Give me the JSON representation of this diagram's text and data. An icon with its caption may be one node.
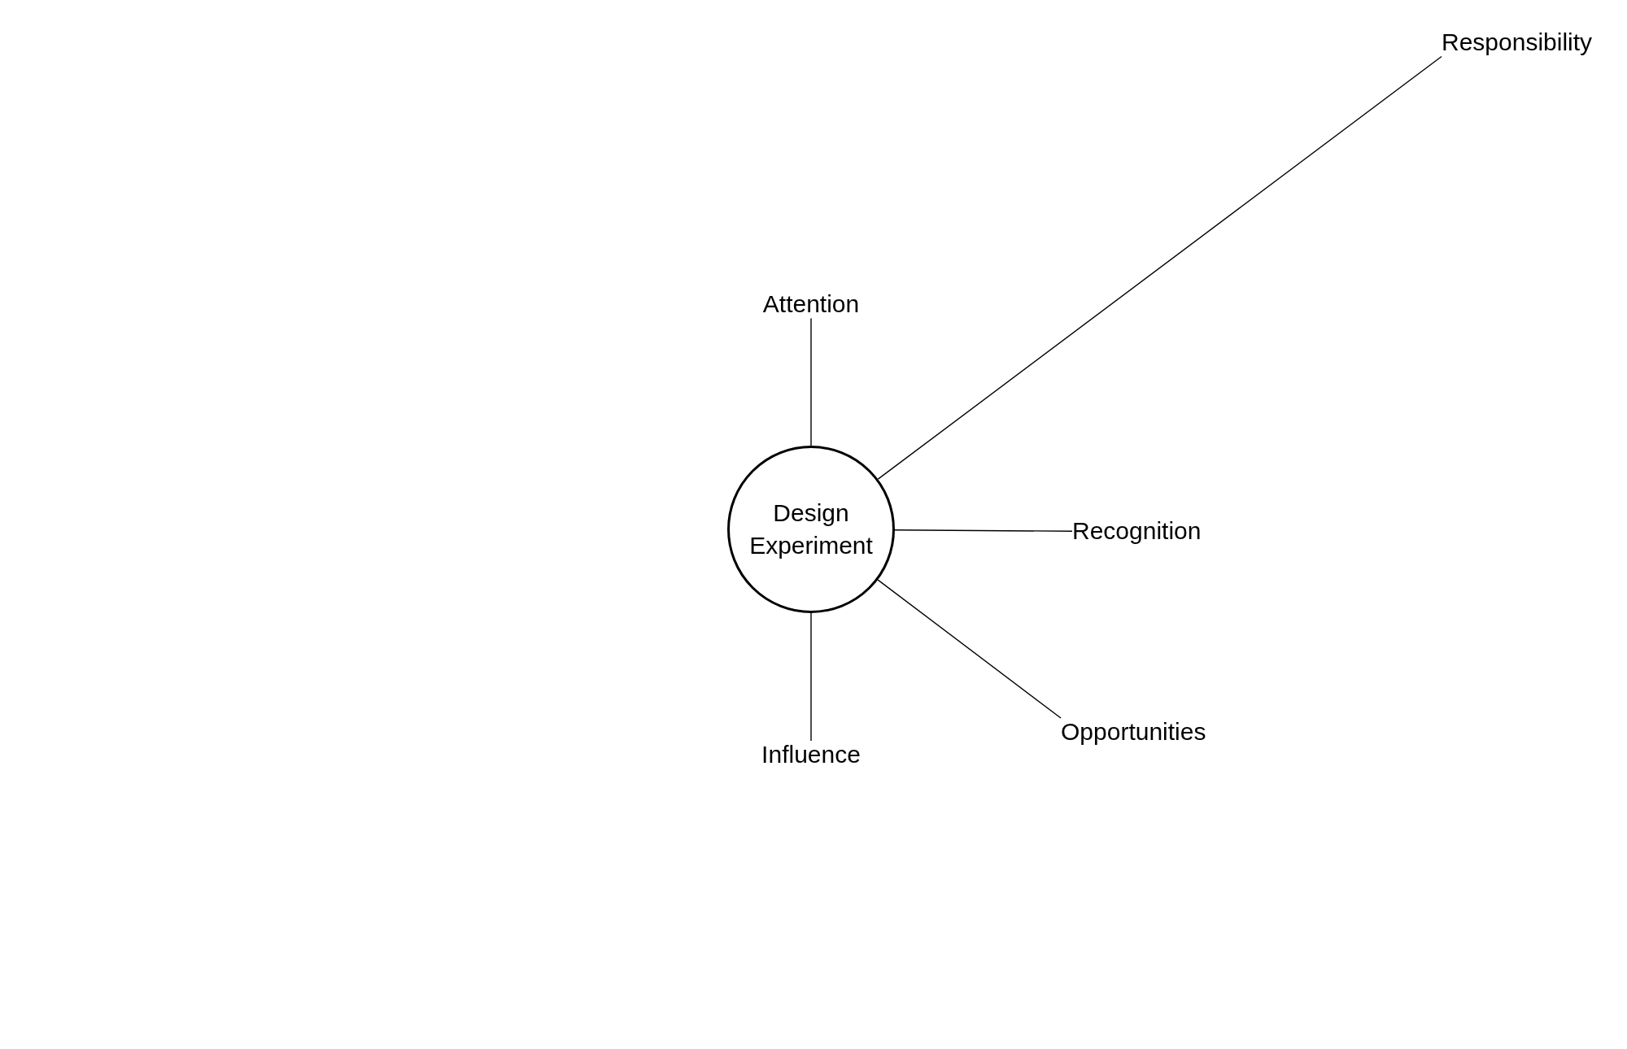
{
  "diagram": {
    "nodes": [
      {
        "text": [
          "Responsibility"
        ]
      },
      {
        "text": [
          "Attention"
        ]
      },
      {
        "text": [
          "Design Experiment"
        ]
      },
      {
        "text": [
          "Recognition"
        ]
      },
      {
        "text": [
          "Opportunities"
        ]
      },
      {
        "text": [
          "Influence"
        ]
      }
    ],
    "edges": [
      {
        "from": 2,
        "to": 0,
        "arrow": "none"
      },
      {
        "from": 2,
        "to": 1,
        "arrow": "none"
      },
      {
        "from": 2,
        "to": 3,
        "arrow": "none"
      },
      {
        "from": 2,
        "to": 4,
        "arrow": "none"
      },
      {
        "from": 2,
        "to": 5,
        "arrow": "none"
      }
    ]
  }
}
